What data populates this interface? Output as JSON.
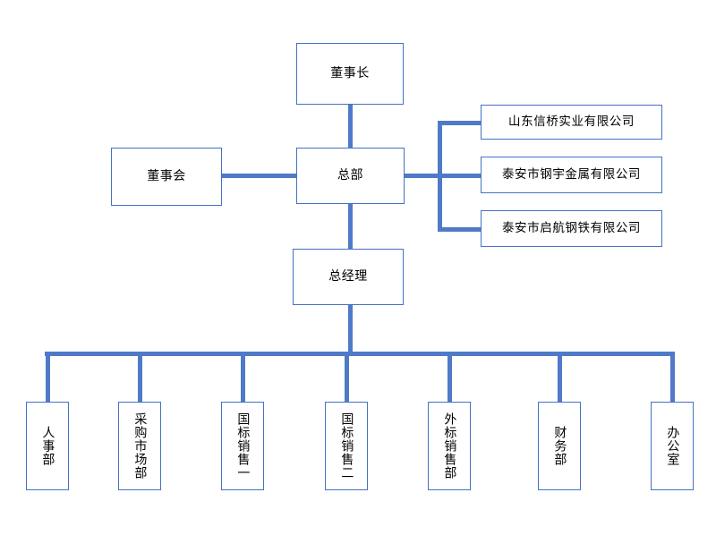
{
  "chart_data": {
    "type": "diagram",
    "diagram_kind": "organization-chart",
    "title": "",
    "orientation": "top-down",
    "colors": {
      "box_border": "#4472c4",
      "connector": "#4f7ac7",
      "box_fill": "#ffffff",
      "text": "#000000",
      "background": "#ffffff"
    },
    "nodes": [
      {
        "id": "chairman",
        "label": "董事长",
        "level": 0,
        "orientation": "horizontal"
      },
      {
        "id": "board",
        "label": "董事会",
        "level": 1,
        "orientation": "horizontal"
      },
      {
        "id": "headquarters",
        "label": "总部",
        "level": 1,
        "orientation": "horizontal"
      },
      {
        "id": "sub1",
        "label": "山东信桥实业有限公司",
        "level": 1,
        "orientation": "horizontal"
      },
      {
        "id": "sub2",
        "label": "泰安市钢宇金属有限公司",
        "level": 1,
        "orientation": "horizontal"
      },
      {
        "id": "sub3",
        "label": "泰安市启航钢铁有限公司",
        "level": 1,
        "orientation": "horizontal"
      },
      {
        "id": "gm",
        "label": "总经理",
        "level": 2,
        "orientation": "horizontal"
      },
      {
        "id": "dept1",
        "label": "人事部",
        "level": 3,
        "orientation": "vertical"
      },
      {
        "id": "dept2",
        "label": "采购市场部",
        "level": 3,
        "orientation": "vertical"
      },
      {
        "id": "dept3",
        "label": "国标销售一",
        "level": 3,
        "orientation": "vertical"
      },
      {
        "id": "dept4",
        "label": "国标销售二",
        "level": 3,
        "orientation": "vertical"
      },
      {
        "id": "dept5",
        "label": "外标销售部",
        "level": 3,
        "orientation": "vertical"
      },
      {
        "id": "dept6",
        "label": "财务部",
        "level": 3,
        "orientation": "vertical"
      },
      {
        "id": "dept7",
        "label": "办公室",
        "level": 3,
        "orientation": "vertical"
      }
    ],
    "edges": [
      {
        "from": "chairman",
        "to": "headquarters"
      },
      {
        "from": "board",
        "to": "headquarters"
      },
      {
        "from": "headquarters",
        "to": "sub1"
      },
      {
        "from": "headquarters",
        "to": "sub2"
      },
      {
        "from": "headquarters",
        "to": "sub3"
      },
      {
        "from": "headquarters",
        "to": "gm"
      },
      {
        "from": "gm",
        "to": "dept1"
      },
      {
        "from": "gm",
        "to": "dept2"
      },
      {
        "from": "gm",
        "to": "dept3"
      },
      {
        "from": "gm",
        "to": "dept4"
      },
      {
        "from": "gm",
        "to": "dept5"
      },
      {
        "from": "gm",
        "to": "dept6"
      },
      {
        "from": "gm",
        "to": "dept7"
      }
    ]
  },
  "chart": {
    "chairman": "董事长",
    "board": "董事会",
    "headquarters": "总部",
    "sub1": "山东信桥实业有限公司",
    "sub2": "泰安市钢宇金属有限公司",
    "sub3": "泰安市启航钢铁有限公司",
    "gm": "总经理",
    "dept1": "人事部",
    "dept2": "采购市场部",
    "dept3": "国标销售一",
    "dept4": "国标销售二",
    "dept5": "外标销售部",
    "dept6": "财务部",
    "dept7": "办公室"
  }
}
